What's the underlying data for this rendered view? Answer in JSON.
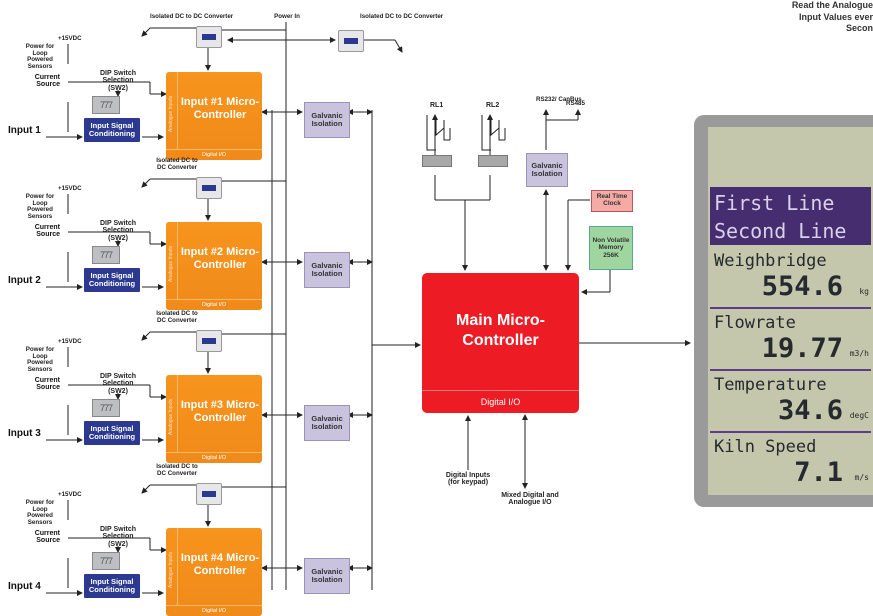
{
  "caption": [
    "Read the Analogue",
    "Input Values ever",
    "Secon"
  ],
  "converter_label": "Isolated DC to DC Converter",
  "converter_top_label": "Isolated DC to DC Converter",
  "converter_top_right_label": "Isolated DC to DC Converter",
  "power_in_label": "Power In",
  "supply_label": "+15VDC",
  "loop_label": "Power for Loop Powered Sensors",
  "current_source_label": "Current Source",
  "dip_label": "DIP Switch Selection (SW2)",
  "conditioning_label": "Input Signal Conditioning",
  "galvanic_label": "Galvanic Isolation",
  "analogue_inputs_label": "Analogue Inputs",
  "digital_io_label": "Digital I/O",
  "channels": [
    {
      "input": "Input 1",
      "controller": "Input #1 Micro-Controller"
    },
    {
      "input": "Input 2",
      "controller": "Input #2 Micro-Controller"
    },
    {
      "input": "Input 3",
      "controller": "Input #3 Micro-Controller"
    },
    {
      "input": "Input 4",
      "controller": "Input #4 Micro-Controller"
    }
  ],
  "main": {
    "title": "Main Micro-Controller",
    "io": "Digital I/O"
  },
  "relays": [
    "RL1",
    "RL2"
  ],
  "comms": [
    "RS232/ CanBus",
    "RS485"
  ],
  "rtc": "Real Time Clock",
  "nvm": "Non Volatile Memory 256K",
  "digital_inputs": "Digital Inputs (for keypad)",
  "mixed_io": "Mixed Digital and Analogue I/O",
  "lcd": {
    "line1": "First Line",
    "line2": "Second Line",
    "rows": [
      {
        "name": "Weighbridge",
        "value": "554.6",
        "unit": "kg"
      },
      {
        "name": "Flowrate",
        "value": "19.77",
        "unit": "m3/h"
      },
      {
        "name": "Temperature",
        "value": "34.6",
        "unit": "degC"
      },
      {
        "name": "Kiln Speed",
        "value": "7.1",
        "unit": "m/s"
      }
    ]
  }
}
